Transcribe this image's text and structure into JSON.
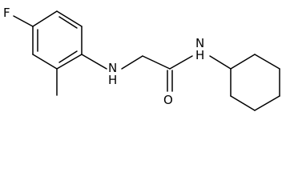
{
  "molecule": {
    "atoms": {
      "fluorine": "F",
      "amine_nitrogen": "H",
      "amide_nitrogen": "N",
      "amide_nitrogen_h": "H",
      "carbonyl_oxygen": "O"
    }
  }
}
